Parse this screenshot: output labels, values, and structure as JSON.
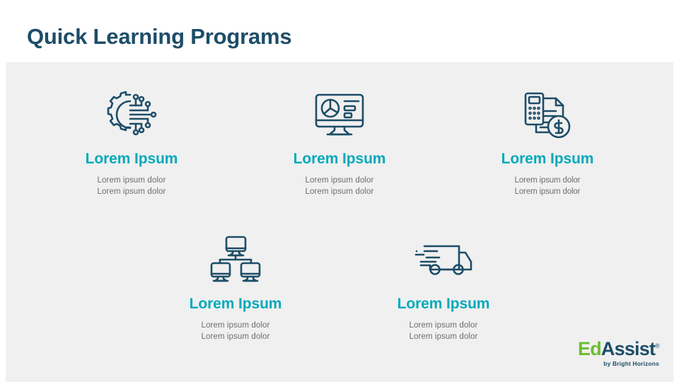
{
  "slide": {
    "title": "Quick Learning Programs",
    "colors": {
      "title_navy": "#1d4d68",
      "accent_teal": "#00a9bb",
      "body_gray": "#6e6e6e",
      "panel_bg": "#f0f0f0",
      "page_bg": "#ffffff",
      "icon_stroke": "#1d4d68",
      "logo_green": "#6cbe31"
    }
  },
  "items": [
    {
      "icon": "gear-circuit-icon",
      "title": "Lorem Ipsum",
      "desc_line1": "Lorem ipsum dolor",
      "desc_line2": "Lorem ipsum dolor"
    },
    {
      "icon": "monitor-dashboard-icon",
      "title": "Lorem Ipsum",
      "desc_line1": "Lorem ipsum dolor",
      "desc_line2": "Lorem ipsum dolor"
    },
    {
      "icon": "calculator-invoice-dollar-icon",
      "title": "Lorem Ipsum",
      "desc_line1": "Lorem ipsum dolor",
      "desc_line2": "Lorem ipsum dolor"
    },
    {
      "icon": "computer-network-icon",
      "title": "Lorem Ipsum",
      "desc_line1": "Lorem ipsum dolor",
      "desc_line2": "Lorem ipsum dolor"
    },
    {
      "icon": "delivery-truck-icon",
      "title": "Lorem Ipsum",
      "desc_line1": "Lorem ipsum dolor",
      "desc_line2": "Lorem ipsum dolor"
    }
  ],
  "logo": {
    "word_ed": "Ed",
    "word_assist": "Assist",
    "trademark": "®",
    "tagline": "by Bright Horizons"
  }
}
